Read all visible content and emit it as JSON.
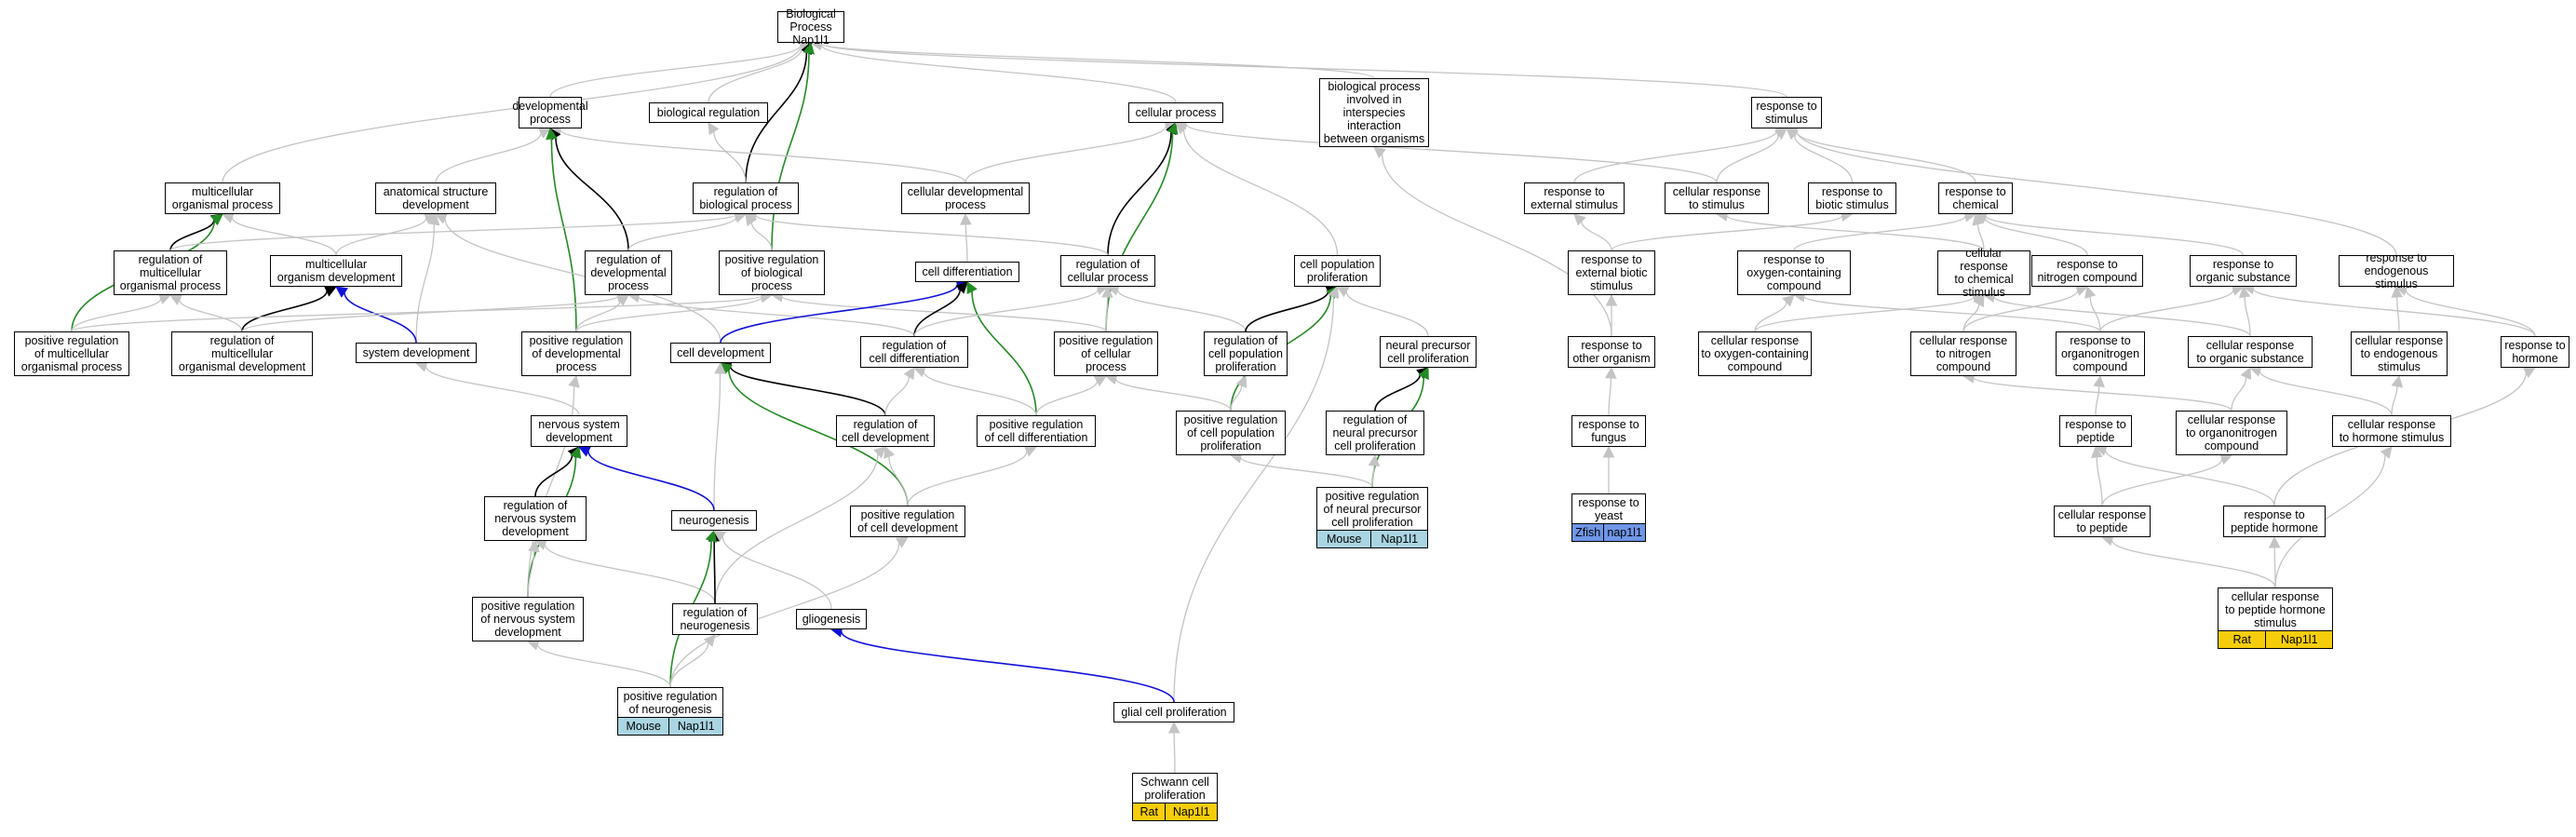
{
  "colors": {
    "gray_edge": "#c4c4c4",
    "black_edge": "#000000",
    "green_edge": "#238b23",
    "blue_edge": "#1010d8",
    "mouse": "#aad5e2",
    "rat": "#f5cd0a",
    "zfish": "#6f96e8"
  },
  "nodes": [
    {
      "id": "bp",
      "label": "Biological Process\nNap1l1"
    },
    {
      "id": "devproc",
      "label": "developmental\nprocess"
    },
    {
      "id": "bioreg",
      "label": "biological regulation"
    },
    {
      "id": "cellproc",
      "label": "cellular process"
    },
    {
      "id": "interspecies",
      "label": "biological process\ninvolved in\ninterspecies\ninteraction\nbetween organisms"
    },
    {
      "id": "respstim",
      "label": "response to\nstimulus"
    },
    {
      "id": "multiproc",
      "label": "multicellular\norganismal process"
    },
    {
      "id": "anatdev",
      "label": "anatomical structure\ndevelopment"
    },
    {
      "id": "regbio",
      "label": "regulation of\nbiological process"
    },
    {
      "id": "celldevproc",
      "label": "cellular developmental\nprocess"
    },
    {
      "id": "respext",
      "label": "response to\nexternal stimulus"
    },
    {
      "id": "cellresp",
      "label": "cellular response\nto stimulus"
    },
    {
      "id": "respbiotic",
      "label": "response to\nbiotic stimulus"
    },
    {
      "id": "respchem",
      "label": "response to\nchemical"
    },
    {
      "id": "regmulti",
      "label": "regulation of\nmulticellular\norganismal process"
    },
    {
      "id": "multidev",
      "label": "multicellular\norganism development"
    },
    {
      "id": "regdevproc",
      "label": "regulation of\ndevelopmental\nprocess"
    },
    {
      "id": "posregbio",
      "label": "positive regulation\nof biological\nprocess"
    },
    {
      "id": "celldiff",
      "label": "cell differentiation"
    },
    {
      "id": "regcellproc",
      "label": "regulation of\ncellular process"
    },
    {
      "id": "cellpopprolif",
      "label": "cell population\nproliferation"
    },
    {
      "id": "respextbiotic",
      "label": "response to\nexternal biotic\nstimulus"
    },
    {
      "id": "respoxy",
      "label": "response to\noxygen-containing\ncompound"
    },
    {
      "id": "cellrespchem",
      "label": "cellular response\nto chemical\nstimulus"
    },
    {
      "id": "respnitro",
      "label": "response to\nnitrogen compound"
    },
    {
      "id": "resporgsub",
      "label": "response to\norganic substance"
    },
    {
      "id": "respendo",
      "label": "response to\nendogenous stimulus"
    },
    {
      "id": "posregmulti",
      "label": "positive regulation\nof multicellular\norganismal process"
    },
    {
      "id": "regmultidev",
      "label": "regulation of\nmulticellular\norganismal development"
    },
    {
      "id": "sysdev",
      "label": "system development"
    },
    {
      "id": "posregdev",
      "label": "positive regulation\nof developmental\nprocess"
    },
    {
      "id": "celldev",
      "label": "cell development"
    },
    {
      "id": "regcelldiff",
      "label": "regulation of\ncell differentiation"
    },
    {
      "id": "posregcellproc",
      "label": "positive regulation\nof cellular\nprocess"
    },
    {
      "id": "regcellpop",
      "label": "regulation of\ncell population\nproliferation"
    },
    {
      "id": "neuralprec",
      "label": "neural precursor\ncell proliferation"
    },
    {
      "id": "respother",
      "label": "response to\nother organism"
    },
    {
      "id": "cellrespoxy",
      "label": "cellular response\nto oxygen-containing\ncompound"
    },
    {
      "id": "cellrespnitro",
      "label": "cellular response\nto nitrogen\ncompound"
    },
    {
      "id": "resporganonitro",
      "label": "response to\norganonitrogen\ncompound"
    },
    {
      "id": "cellresporgsub",
      "label": "cellular response\nto organic substance"
    },
    {
      "id": "cellrespendo",
      "label": "cellular response\nto endogenous\nstimulus"
    },
    {
      "id": "resphorm",
      "label": "response to\nhormone"
    },
    {
      "id": "nervdev",
      "label": "nervous system\ndevelopment"
    },
    {
      "id": "regcelldev",
      "label": "regulation of\ncell development"
    },
    {
      "id": "posregcelldiff",
      "label": "positive regulation\nof cell differentiation"
    },
    {
      "id": "posregcellpop",
      "label": "positive regulation\nof cell population\nproliferation"
    },
    {
      "id": "regneural",
      "label": "regulation of\nneural precursor\ncell proliferation"
    },
    {
      "id": "respfungus",
      "label": "response to\nfungus"
    },
    {
      "id": "resppeptide",
      "label": "response to\npeptide"
    },
    {
      "id": "cellresporganonitro",
      "label": "cellular response\nto organonitrogen\ncompound"
    },
    {
      "id": "cellresphorm",
      "label": "cellular response\nto hormone stimulus"
    },
    {
      "id": "regnervdev",
      "label": "regulation of\nnervous system\ndevelopment"
    },
    {
      "id": "neurogenesis",
      "label": "neurogenesis"
    },
    {
      "id": "posregcelldev",
      "label": "positive regulation\nof cell development"
    },
    {
      "id": "posregneural",
      "label": "positive regulation\nof neural precursor\ncell proliferation"
    },
    {
      "id": "respyeast",
      "label": "response to\nyeast"
    },
    {
      "id": "cellresppeptide",
      "label": "cellular response\nto peptide"
    },
    {
      "id": "resppeptidehorm",
      "label": "response to\npeptide hormone"
    },
    {
      "id": "posregnervdev",
      "label": "positive regulation\nof nervous system\ndevelopment"
    },
    {
      "id": "regneurogen",
      "label": "regulation of\nneurogenesis"
    },
    {
      "id": "gliogenesis",
      "label": "gliogenesis"
    },
    {
      "id": "cellresppeptidehorm",
      "label": "cellular response\nto peptide hormone\nstimulus"
    },
    {
      "id": "posregneurogen",
      "label": "positive regulation\nof neurogenesis"
    },
    {
      "id": "glialprolif",
      "label": "glial cell proliferation"
    },
    {
      "id": "schwann",
      "label": "Schwann cell\nproliferation"
    }
  ],
  "badges": [
    {
      "id": "posregneural",
      "species": "Mouse",
      "gene": "Nap1l1",
      "color": "mouse"
    },
    {
      "id": "respyeast",
      "species": "Zfish",
      "gene": "nap1l1",
      "color": "zfish"
    },
    {
      "id": "cellresppeptidehorm",
      "species": "Rat",
      "gene": "Nap1l1",
      "color": "rat"
    },
    {
      "id": "posregneurogen",
      "species": "Mouse",
      "gene": "Nap1l1",
      "color": "mouse"
    },
    {
      "id": "schwann",
      "species": "Rat",
      "gene": "Nap1l1",
      "color": "rat"
    }
  ],
  "edges": [
    [
      "devproc",
      "bp",
      "gray"
    ],
    [
      "bioreg",
      "bp",
      "gray"
    ],
    [
      "cellproc",
      "bp",
      "gray"
    ],
    [
      "interspecies",
      "bp",
      "gray"
    ],
    [
      "respstim",
      "bp",
      "gray"
    ],
    [
      "multiproc",
      "bp",
      "gray"
    ],
    [
      "regbio",
      "bp",
      "black"
    ],
    [
      "posregbio",
      "bp",
      "green"
    ],
    [
      "anatdev",
      "devproc",
      "gray"
    ],
    [
      "celldevproc",
      "devproc",
      "gray"
    ],
    [
      "regdevproc",
      "devproc",
      "black"
    ],
    [
      "posregdev",
      "devproc",
      "green"
    ],
    [
      "regbio",
      "bioreg",
      "gray"
    ],
    [
      "celldevproc",
      "cellproc",
      "gray"
    ],
    [
      "regcellproc",
      "cellproc",
      "black"
    ],
    [
      "posregcellproc",
      "cellproc",
      "green"
    ],
    [
      "cellpopprolif",
      "cellproc",
      "gray"
    ],
    [
      "cellresp",
      "cellproc",
      "gray"
    ],
    [
      "respother",
      "interspecies",
      "gray"
    ],
    [
      "respext",
      "respstim",
      "gray"
    ],
    [
      "cellresp",
      "respstim",
      "gray"
    ],
    [
      "respbiotic",
      "respstim",
      "gray"
    ],
    [
      "respchem",
      "respstim",
      "gray"
    ],
    [
      "respendo",
      "respstim",
      "gray"
    ],
    [
      "regmulti",
      "multiproc",
      "black"
    ],
    [
      "multidev",
      "multiproc",
      "gray"
    ],
    [
      "posregmulti",
      "multiproc",
      "green"
    ],
    [
      "multidev",
      "anatdev",
      "gray"
    ],
    [
      "sysdev",
      "anatdev",
      "gray"
    ],
    [
      "celldev",
      "anatdev",
      "gray"
    ],
    [
      "regmulti",
      "regbio",
      "gray"
    ],
    [
      "regdevproc",
      "regbio",
      "gray"
    ],
    [
      "posregbio",
      "regbio",
      "gray"
    ],
    [
      "regcellproc",
      "regbio",
      "gray"
    ],
    [
      "celldiff",
      "celldevproc",
      "gray"
    ],
    [
      "respextbiotic",
      "respext",
      "gray"
    ],
    [
      "cellrespchem",
      "cellresp",
      "gray"
    ],
    [
      "respextbiotic",
      "respbiotic",
      "gray"
    ],
    [
      "respoxy",
      "respchem",
      "gray"
    ],
    [
      "cellrespchem",
      "respchem",
      "gray"
    ],
    [
      "respnitro",
      "respchem",
      "gray"
    ],
    [
      "resporgsub",
      "respchem",
      "gray"
    ],
    [
      "regmultidev",
      "regmulti",
      "gray"
    ],
    [
      "posregmulti",
      "regmulti",
      "gray"
    ],
    [
      "regmultidev",
      "multidev",
      "black"
    ],
    [
      "sysdev",
      "multidev",
      "blue"
    ],
    [
      "regmultidev",
      "regdevproc",
      "gray"
    ],
    [
      "posregdev",
      "regdevproc",
      "gray"
    ],
    [
      "regcelldiff",
      "regdevproc",
      "gray"
    ],
    [
      "posregmulti",
      "posregbio",
      "gray"
    ],
    [
      "posregdev",
      "posregbio",
      "gray"
    ],
    [
      "posregcellproc",
      "posregbio",
      "gray"
    ],
    [
      "celldev",
      "celldiff",
      "blue"
    ],
    [
      "regcelldiff",
      "celldiff",
      "black"
    ],
    [
      "posregcelldiff",
      "celldiff",
      "green"
    ],
    [
      "regcelldiff",
      "regcellproc",
      "gray"
    ],
    [
      "posregcellproc",
      "regcellproc",
      "gray"
    ],
    [
      "regcellpop",
      "regcellproc",
      "gray"
    ],
    [
      "regcellpop",
      "cellpopprolif",
      "black"
    ],
    [
      "posregcellpop",
      "cellpopprolif",
      "green"
    ],
    [
      "neuralprec",
      "cellpopprolif",
      "gray"
    ],
    [
      "glialprolif",
      "cellpopprolif",
      "gray"
    ],
    [
      "respother",
      "respextbiotic",
      "gray"
    ],
    [
      "cellrespoxy",
      "respoxy",
      "gray"
    ],
    [
      "resporganonitro",
      "respoxy",
      "gray"
    ],
    [
      "cellrespoxy",
      "cellrespchem",
      "gray"
    ],
    [
      "cellrespnitro",
      "cellrespchem",
      "gray"
    ],
    [
      "cellresporgsub",
      "cellrespchem",
      "gray"
    ],
    [
      "cellrespnitro",
      "respnitro",
      "gray"
    ],
    [
      "resporganonitro",
      "respnitro",
      "gray"
    ],
    [
      "resporganonitro",
      "resporgsub",
      "gray"
    ],
    [
      "cellresporgsub",
      "resporgsub",
      "gray"
    ],
    [
      "resphorm",
      "resporgsub",
      "gray"
    ],
    [
      "cellrespendo",
      "respendo",
      "gray"
    ],
    [
      "resphorm",
      "respendo",
      "gray"
    ],
    [
      "nervdev",
      "sysdev",
      "gray"
    ],
    [
      "posregnervdev",
      "posregdev",
      "gray"
    ],
    [
      "regcelldev",
      "celldev",
      "black"
    ],
    [
      "posregcelldev",
      "celldev",
      "green"
    ],
    [
      "neurogenesis",
      "celldev",
      "gray"
    ],
    [
      "regcelldev",
      "regcelldiff",
      "gray"
    ],
    [
      "posregcelldiff",
      "regcelldiff",
      "gray"
    ],
    [
      "posregcelldiff",
      "posregcellproc",
      "gray"
    ],
    [
      "posregcellpop",
      "posregcellproc",
      "gray"
    ],
    [
      "posregcellpop",
      "regcellpop",
      "gray"
    ],
    [
      "regneural",
      "neuralprec",
      "black"
    ],
    [
      "posregneural",
      "neuralprec",
      "green"
    ],
    [
      "respfungus",
      "respother",
      "gray"
    ],
    [
      "resppeptide",
      "resporganonitro",
      "gray"
    ],
    [
      "cellresporganonitro",
      "cellrespnitro",
      "gray"
    ],
    [
      "cellresporganonitro",
      "cellresporgsub",
      "gray"
    ],
    [
      "cellresphorm",
      "cellresporgsub",
      "gray"
    ],
    [
      "cellresphorm",
      "cellrespendo",
      "gray"
    ],
    [
      "resppeptidehorm",
      "resphorm",
      "gray"
    ],
    [
      "regnervdev",
      "nervdev",
      "black"
    ],
    [
      "posregnervdev",
      "nervdev",
      "green"
    ],
    [
      "neurogenesis",
      "nervdev",
      "blue"
    ],
    [
      "posregcelldev",
      "regcelldev",
      "gray"
    ],
    [
      "regneurogen",
      "regcelldev",
      "gray"
    ],
    [
      "posregcelldev",
      "posregcelldiff",
      "gray"
    ],
    [
      "posregneural",
      "posregcellpop",
      "gray"
    ],
    [
      "posregneural",
      "regneural",
      "gray"
    ],
    [
      "respyeast",
      "respfungus",
      "gray"
    ],
    [
      "cellresppeptide",
      "resppeptide",
      "gray"
    ],
    [
      "resppeptidehorm",
      "resppeptide",
      "gray"
    ],
    [
      "cellresppeptide",
      "cellresporganonitro",
      "gray"
    ],
    [
      "posregnervdev",
      "regnervdev",
      "gray"
    ],
    [
      "regneurogen",
      "regnervdev",
      "gray"
    ],
    [
      "regneurogen",
      "neurogenesis",
      "black"
    ],
    [
      "posregneurogen",
      "neurogenesis",
      "green"
    ],
    [
      "gliogenesis",
      "neurogenesis",
      "gray"
    ],
    [
      "posregneurogen",
      "posregcelldev",
      "gray"
    ],
    [
      "cellresppeptidehorm",
      "cellresppeptide",
      "gray"
    ],
    [
      "cellresppeptidehorm",
      "resppeptidehorm",
      "gray"
    ],
    [
      "cellresppeptidehorm",
      "cellresphorm",
      "gray"
    ],
    [
      "posregneurogen",
      "posregnervdev",
      "gray"
    ],
    [
      "posregneurogen",
      "regneurogen",
      "gray"
    ],
    [
      "glialprolif",
      "gliogenesis",
      "blue"
    ],
    [
      "schwann",
      "glialprolif",
      "gray"
    ]
  ]
}
